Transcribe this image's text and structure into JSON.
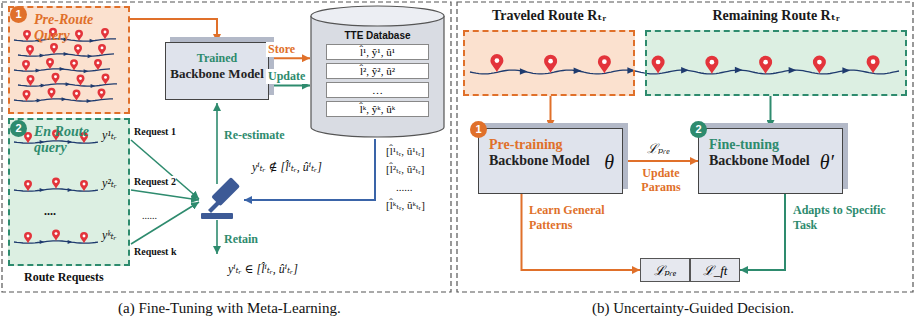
{
  "diagram": {
    "nodes": [
      {
        "text": [
          "Pre-Route Query"
        ]
      },
      {
        "text": [
          "En Route query"
        ]
      },
      {
        "text": [
          "Trained",
          "Backbone Model"
        ]
      },
      {
        "text": [
          "TTE Database",
          "l̂¹, ŷ¹, û¹",
          "l̂², ŷ², û²",
          "…",
          "l̂ᵏ, ŷᵏ, ûᵏ"
        ]
      },
      {
        "text": [
          "Traveled Route Rₜᵣ"
        ]
      },
      {
        "text": [
          "Remaining Route Rₜᵣ"
        ]
      },
      {
        "text": [
          "Pre-training",
          "Backbone Model",
          "θ"
        ]
      },
      {
        "text": [
          "Fine-tuning",
          "Backbone Model",
          "θ′"
        ]
      },
      {
        "text": [
          "ℒₚᵣₑ"
        ]
      },
      {
        "text": [
          "ℒ_ft"
        ]
      }
    ],
    "edges": [
      {
        "from": 0,
        "to": 2,
        "arrow": "to"
      },
      {
        "from": 2,
        "to": 3,
        "label": "Store",
        "arrow": "to"
      },
      {
        "from": 2,
        "to": 3,
        "label": "Update",
        "arrow": "to"
      },
      {
        "from": 4,
        "to": 6,
        "arrow": "to"
      },
      {
        "from": 5,
        "to": 7,
        "arrow": "to"
      },
      {
        "from": 6,
        "to": 7,
        "label": "ℒₚᵣₑ",
        "arrow": "to"
      },
      {
        "from": 6,
        "to": 8,
        "label": "Learn General Patterns",
        "arrow": "to"
      },
      {
        "from": 7,
        "to": 9,
        "label": "Adapts to Specific Task",
        "arrow": "to"
      }
    ],
    "labels": [
      "1",
      "2",
      "y¹ₜᵣ",
      "y²ₜᵣ",
      "yᵏₜᵣ",
      "Request 1",
      "Request 2",
      "Request k",
      "......",
      "Route Requests",
      "Re-estimate",
      "yⁱₜᵣ ∉ [l̂ⁱₜᵣ, ûⁱₜᵣ]",
      "Retain",
      "yⁱₜᵣ ∈ [l̂ⁱₜᵣ, ûⁱₜᵣ]",
      "[l̂¹ₜᵣ, û¹ₜᵣ]",
      "[l̂²ₜᵣ, û²ₜᵣ]",
      "......",
      "[l̂ᵏₜᵣ, ûᵏₜᵣ]",
      "1",
      "2",
      "Update Params",
      "(a) Fine-Tuning with Meta-Learning.",
      "(b) Uncertainty-Guided Decision.",
      "...."
    ]
  }
}
